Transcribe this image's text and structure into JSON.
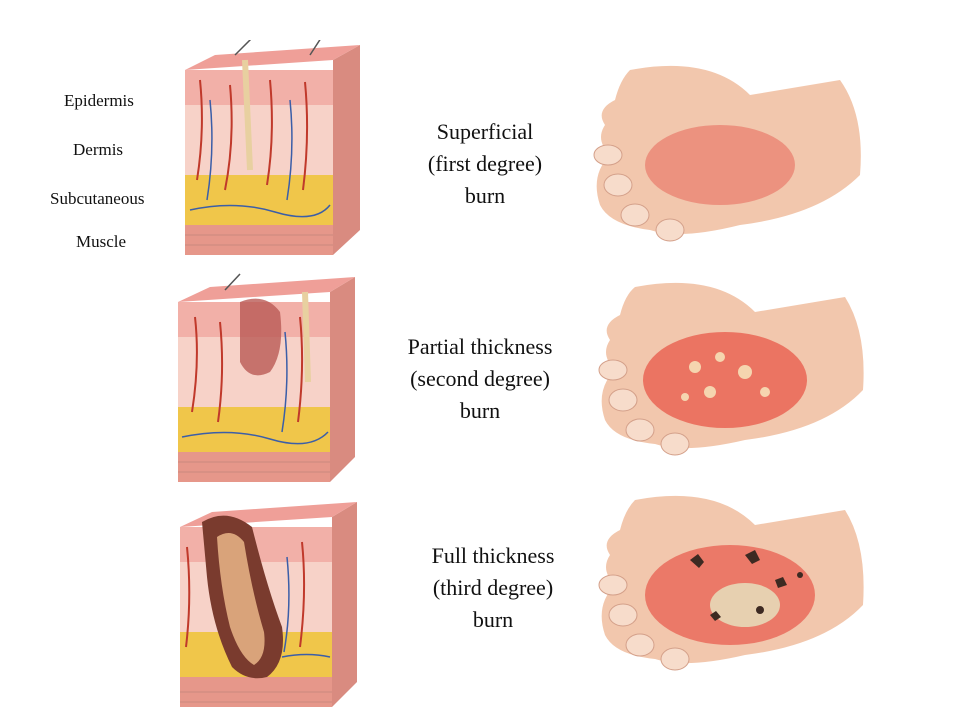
{
  "layers": [
    "Epidermis",
    "Dermis",
    "Subcutaneous",
    "Muscle"
  ],
  "burns": [
    {
      "lines": [
        "Superficial",
        "(first degree)",
        "burn"
      ],
      "severity": 1
    },
    {
      "lines": [
        "Partial thickness",
        "(second degree)",
        "burn"
      ],
      "severity": 2
    },
    {
      "lines": [
        "Full thickness",
        "(third degree)",
        "burn"
      ],
      "severity": 3
    }
  ],
  "colors": {
    "epidermis": "#f2b8b0",
    "dermis": "#f7d2c8",
    "subcutaneous": "#f0c64a",
    "muscle": "#e6978a",
    "skin": "#f2c7ad",
    "burn_red": "#e8584a",
    "char": "#3d2a22"
  }
}
